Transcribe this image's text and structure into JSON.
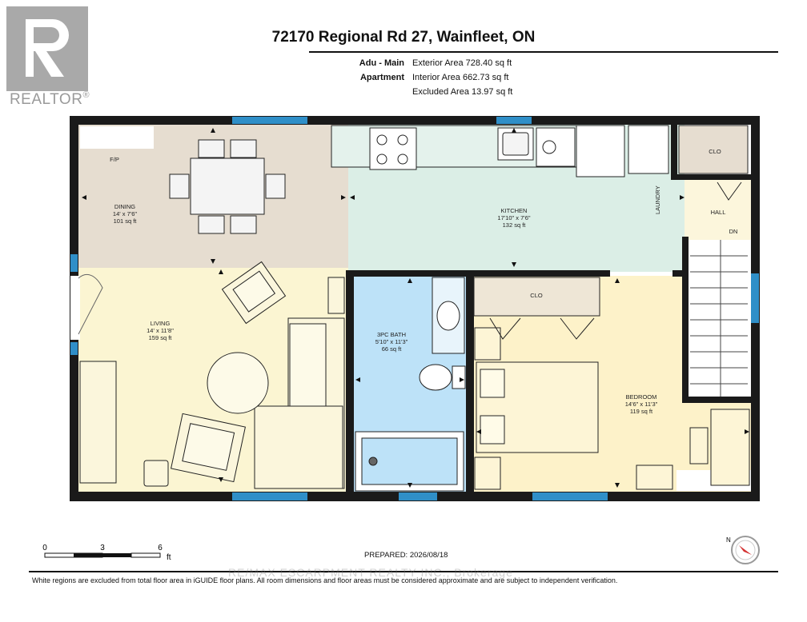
{
  "logo": {
    "text": "REALTOR",
    "mark": "®"
  },
  "title": "72170 Regional Rd 27, Wainfleet, ON",
  "floor_name": "Adu - Main Apartment",
  "areas": [
    "Exterior Area 728.40 sq ft",
    "Interior Area 662.73 sq ft",
    "Excluded Area 13.97 sq ft"
  ],
  "rooms": {
    "dining": {
      "name": "DINING",
      "dims": "14' x 7'6\"",
      "area": "101 sq ft"
    },
    "kitchen": {
      "name": "KITCHEN",
      "dims": "17'10\" x 7'6\"",
      "area": "132 sq ft"
    },
    "living": {
      "name": "LIVING",
      "dims": "14' x 11'8\"",
      "area": "159 sq ft"
    },
    "bath": {
      "name": "3PC BATH",
      "dims": "5'10\" x 11'3\"",
      "area": "66 sq ft"
    },
    "bedroom": {
      "name": "BEDROOM",
      "dims": "14'6\" x 11'3\"",
      "area": "119 sq ft"
    }
  },
  "labels": {
    "fp": "F/P",
    "clo1": "CLO",
    "clo2": "CLO",
    "hall": "HALL",
    "dn": "DN",
    "laundry": "LAUNDRY"
  },
  "colors": {
    "dining": "#e6ddd0",
    "kitchen": "#dbeee6",
    "living": "#fbf5d2",
    "bath": "#bde2f8",
    "bedroom": "#fdf2c9",
    "wall": "#1a1a1a",
    "window": "#2f8fc8"
  },
  "scale": {
    "ticks": [
      "0",
      "3",
      "6"
    ],
    "unit": "ft"
  },
  "compass": {
    "label": "N"
  },
  "prepared": "PREPARED: 2026/08/18",
  "footer": "White regions are excluded from total floor area in iGUIDE floor plans. All room dimensions and floor areas must be considered approximate and are subject to independent verification.",
  "watermark": "RE/MAX ESCARPMENT REALTY INC., Brokerage"
}
